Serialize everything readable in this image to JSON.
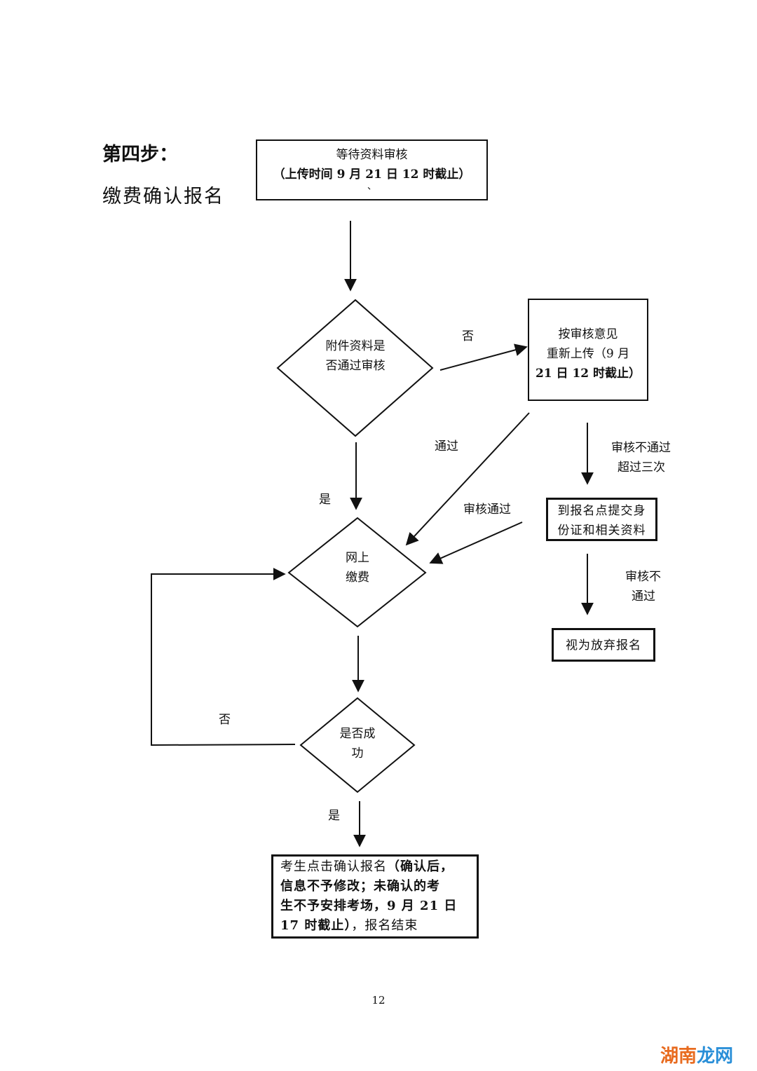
{
  "header": {
    "step_label": "第四步：",
    "step_title": "缴费确认报名"
  },
  "nodes": {
    "wait_review": {
      "line1": "等待资料审核",
      "line2": "（上传时间 9 月 21 日 12 时截止）",
      "line3": "、"
    },
    "attach_pass": {
      "line1": "附件资料是",
      "line2": "否通过审核"
    },
    "reupload": {
      "line1": "按审核意见",
      "line2": "重新上传（9 月",
      "line3": "21 日 12 时截止）"
    },
    "submit_id": {
      "line1": "到报名点提交身",
      "line2": "份证和相关资料"
    },
    "abandon": {
      "line1": "视为放弃报名"
    },
    "pay_online": {
      "line1": "网上",
      "line2": "缴费"
    },
    "success": {
      "line1": "是否成",
      "line2": "功"
    },
    "confirm": {
      "line1a": "考生点击确认报名",
      "line1b": "（确认后，",
      "line2": "信息不予修改；未确认的考",
      "line3": "生不予安排考场，9 月 21 日",
      "line4a": "17 时截止）",
      "line4b": "，报名结束"
    }
  },
  "edge_labels": {
    "no_reupload": "否",
    "yes_pay": "是",
    "pass_reupload": "通过",
    "review_pass": "审核通过",
    "fail_three": {
      "line1": "审核不通过",
      "line2": "超过三次"
    },
    "fail_abandon": {
      "line1": "审核不",
      "line2": "通过"
    },
    "no_retry": "否",
    "yes_confirm": "是"
  },
  "footer": {
    "page_number": "12"
  },
  "watermark": {
    "part1": "湖南",
    "part2": "龙网"
  }
}
